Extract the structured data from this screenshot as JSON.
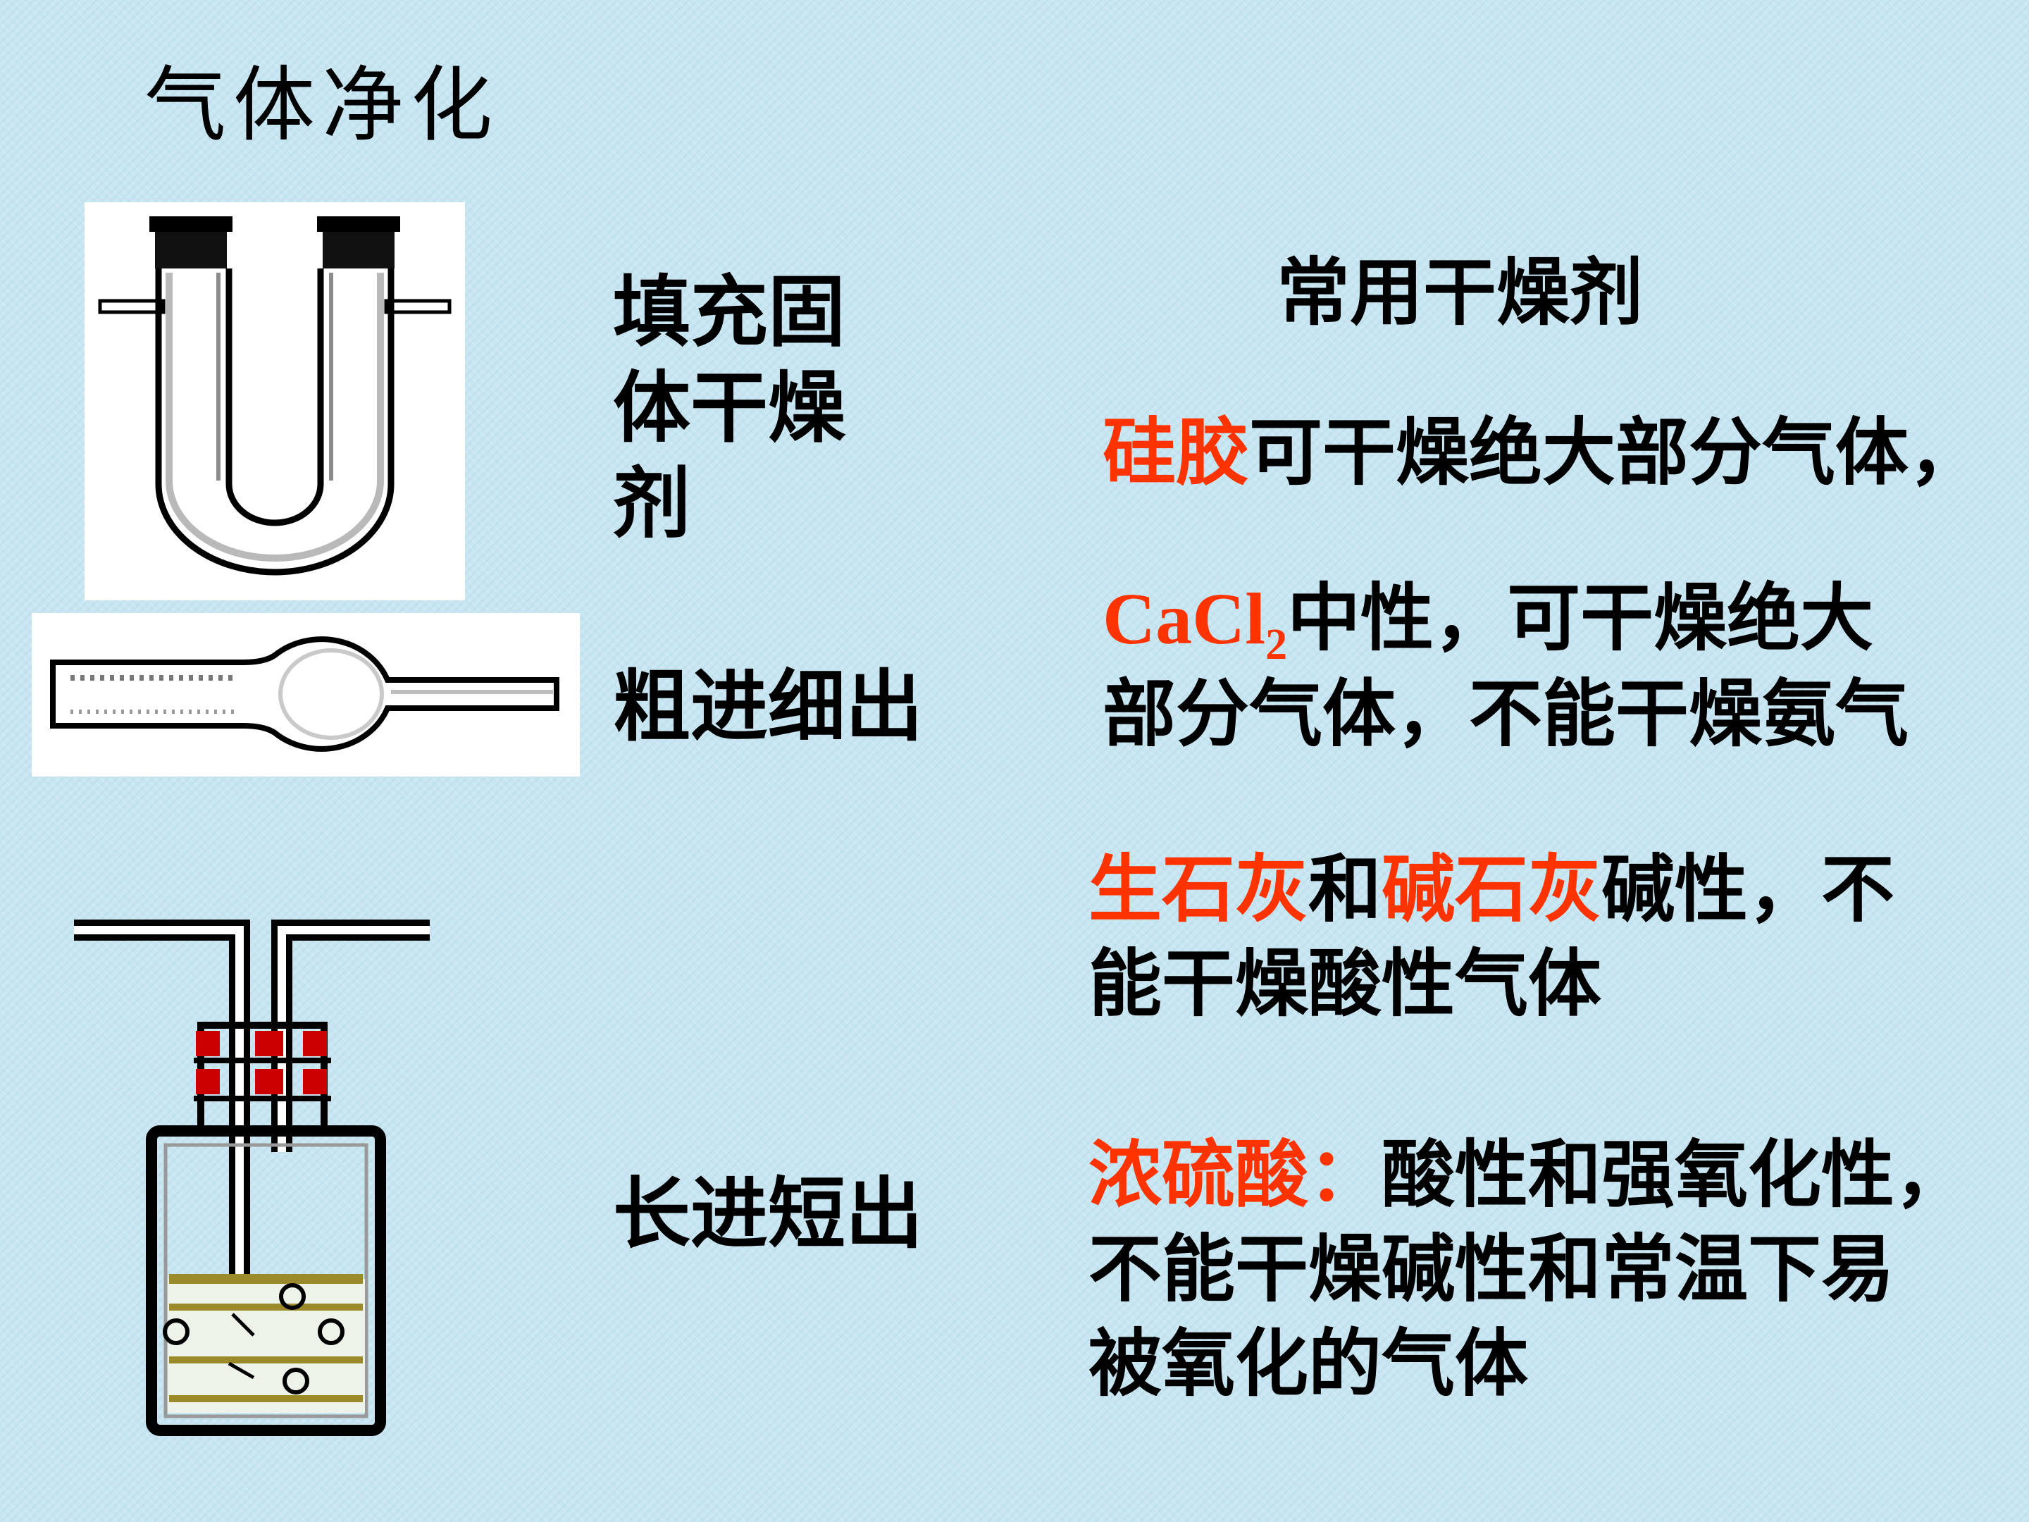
{
  "page": {
    "title": "气体净化",
    "background_color": "#c8e6f2",
    "accent_color": "#ff3300"
  },
  "apparatus": [
    {
      "icon": "u-tube-drying-icon",
      "label_lines": [
        "填充固",
        "体干燥",
        "剂"
      ]
    },
    {
      "icon": "drying-tube-icon",
      "label": "粗进细出"
    },
    {
      "icon": "gas-washing-bottle-icon",
      "label": "长进短出"
    }
  ],
  "desiccants": {
    "header": "常用干燥剂",
    "items": [
      {
        "name": "硅胶",
        "text": "可干燥绝大部分气体，"
      },
      {
        "formula_base": "CaCl",
        "formula_sub": "2",
        "text_line1": "中性，可干燥绝大",
        "text_line2": "部分气体，不能干燥氨气"
      },
      {
        "name1": "生石灰",
        "connector": "和",
        "name2": "碱石灰",
        "text_line1": "碱性，不",
        "text_line2": "能干燥酸性气体"
      },
      {
        "name": "浓硫酸：",
        "text_line1": "酸性和强氧化性，",
        "text_line2": "不能干燥碱性和常温下易",
        "text_line3": "被氧化的气体"
      }
    ]
  }
}
